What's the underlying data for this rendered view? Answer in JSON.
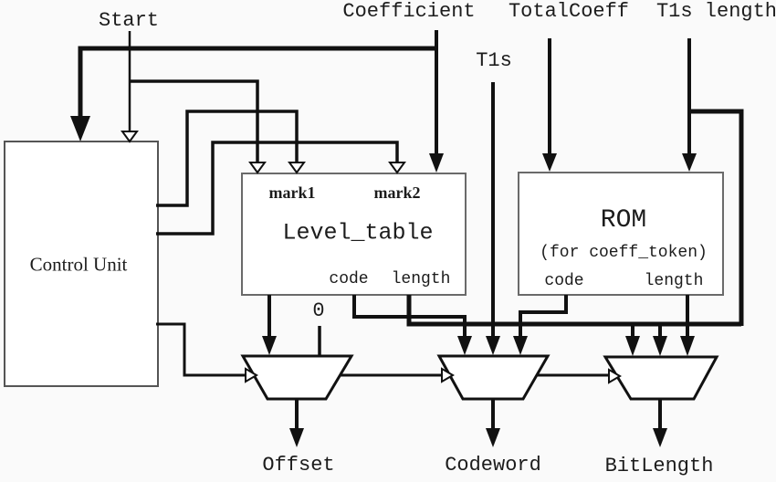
{
  "labels": {
    "start": "Start",
    "coefficient": "Coefficient",
    "total_coeff": "TotalCoeff",
    "t1s_length": "T1s length",
    "t1s": "T1s",
    "zero": "0",
    "offset": "Offset",
    "codeword": "Codeword",
    "bit_length": "BitLength"
  },
  "blocks": {
    "control_unit": {
      "label": "Control Unit"
    },
    "level_table": {
      "title": "Level_table",
      "ports": {
        "mark1": "mark1",
        "mark2": "mark2",
        "code": "code",
        "length": "length"
      }
    },
    "rom": {
      "title": "ROM",
      "subtitle": "(for coeff_token)",
      "ports": {
        "code": "code",
        "length": "length"
      }
    }
  },
  "colors": {
    "wire": "#111111",
    "box_border": "#616161",
    "background": "#fafafa",
    "text": "#1c1c1c"
  }
}
